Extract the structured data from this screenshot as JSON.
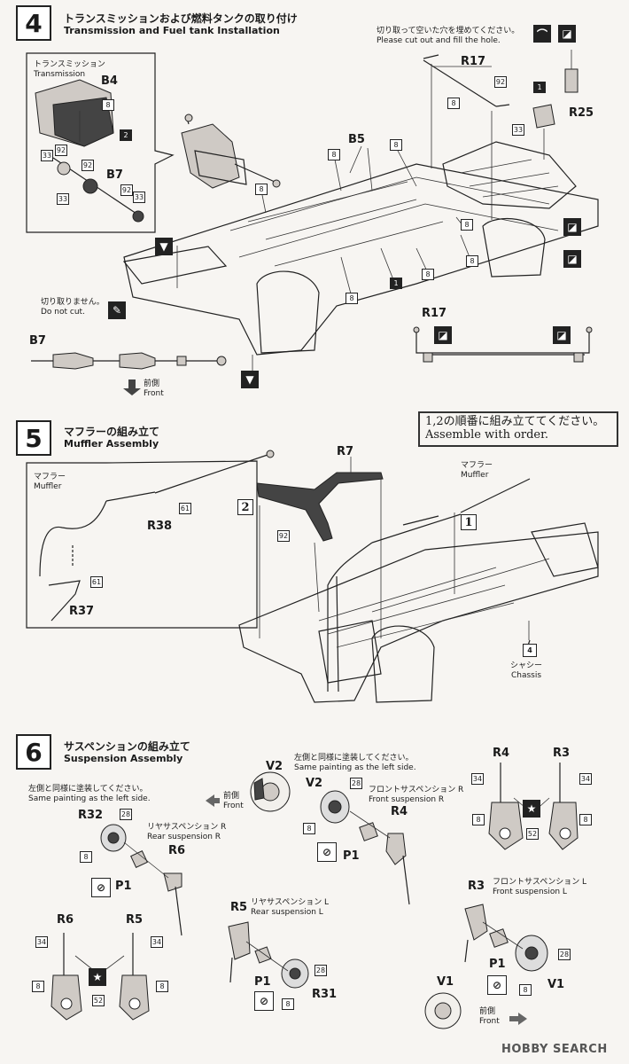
{
  "step4": {
    "number": "4",
    "title_jp": "トランスミッションおよび燃料タンクの取り付け",
    "title_en": "Transmission and Fuel tank Installation",
    "inset_label_jp": "トランスミッション",
    "inset_label_en": "Transmission",
    "cut_note_jp": "切り取って空いた穴を埋めてください。",
    "cut_note_en": "Please cut out and fill the hole.",
    "nocut_jp": "切り取りません。",
    "nocut_en": "Do not cut.",
    "front_jp": "前側",
    "front_en": "Front",
    "parts": {
      "b4": "B4",
      "b5": "B5",
      "b7": "B7",
      "b7b": "B7",
      "r17": "R17",
      "r17b": "R17",
      "r25": "R25"
    },
    "nums": {
      "n8": "8",
      "n92": "92",
      "n33": "33",
      "n2": "2",
      "n1": "1"
    }
  },
  "step5": {
    "number": "5",
    "title_jp": "マフラーの組み立て",
    "title_en": "Muffler Assembly",
    "order_jp": "1,2の順番に組み立ててください。",
    "order_en": "Assemble with order.",
    "inset_label_jp": "マフラー",
    "inset_label_en": "Muffler",
    "muffler_jp": "マフラー",
    "muffler_en": "Muffler",
    "chassis_jp": "シャシー",
    "chassis_en": "Chassis",
    "chassis_num": "4",
    "order1": "1",
    "order2": "2",
    "parts": {
      "r7": "R7",
      "r37": "R37",
      "r38": "R38"
    },
    "nums": {
      "n61": "61",
      "n92": "92"
    }
  },
  "step6": {
    "number": "6",
    "title_jp": "サスペンションの組み立て",
    "title_en": "Suspension Assembly",
    "same_jp": "左側と同様に塗装してください。",
    "same_en": "Same painting as the left side.",
    "same2_jp": "左側と同様に塗装してください。",
    "same2_en": "Same painting as the left side.",
    "rear_r_jp": "リヤサスペンション R",
    "rear_r_en": "Rear suspension R",
    "front_r_jp": "フロントサスペンション R",
    "front_r_en": "Front suspension R",
    "rear_l_jp": "リヤサスペンション L",
    "rear_l_en": "Rear suspension L",
    "front_l_jp": "フロントサスペンション L",
    "front_l_en": "Front suspension L",
    "front_jp": "前側",
    "front_en": "Front",
    "parts": {
      "v1": "V1",
      "v2": "V2",
      "p1": "P1",
      "r3": "R3",
      "r4": "R4",
      "r5": "R5",
      "r6": "R6",
      "r31": "R31",
      "r32": "R32"
    },
    "nums": {
      "n8": "8",
      "n28": "28",
      "n34": "34",
      "n52": "52"
    }
  },
  "watermark": "HOBBY SEARCH"
}
